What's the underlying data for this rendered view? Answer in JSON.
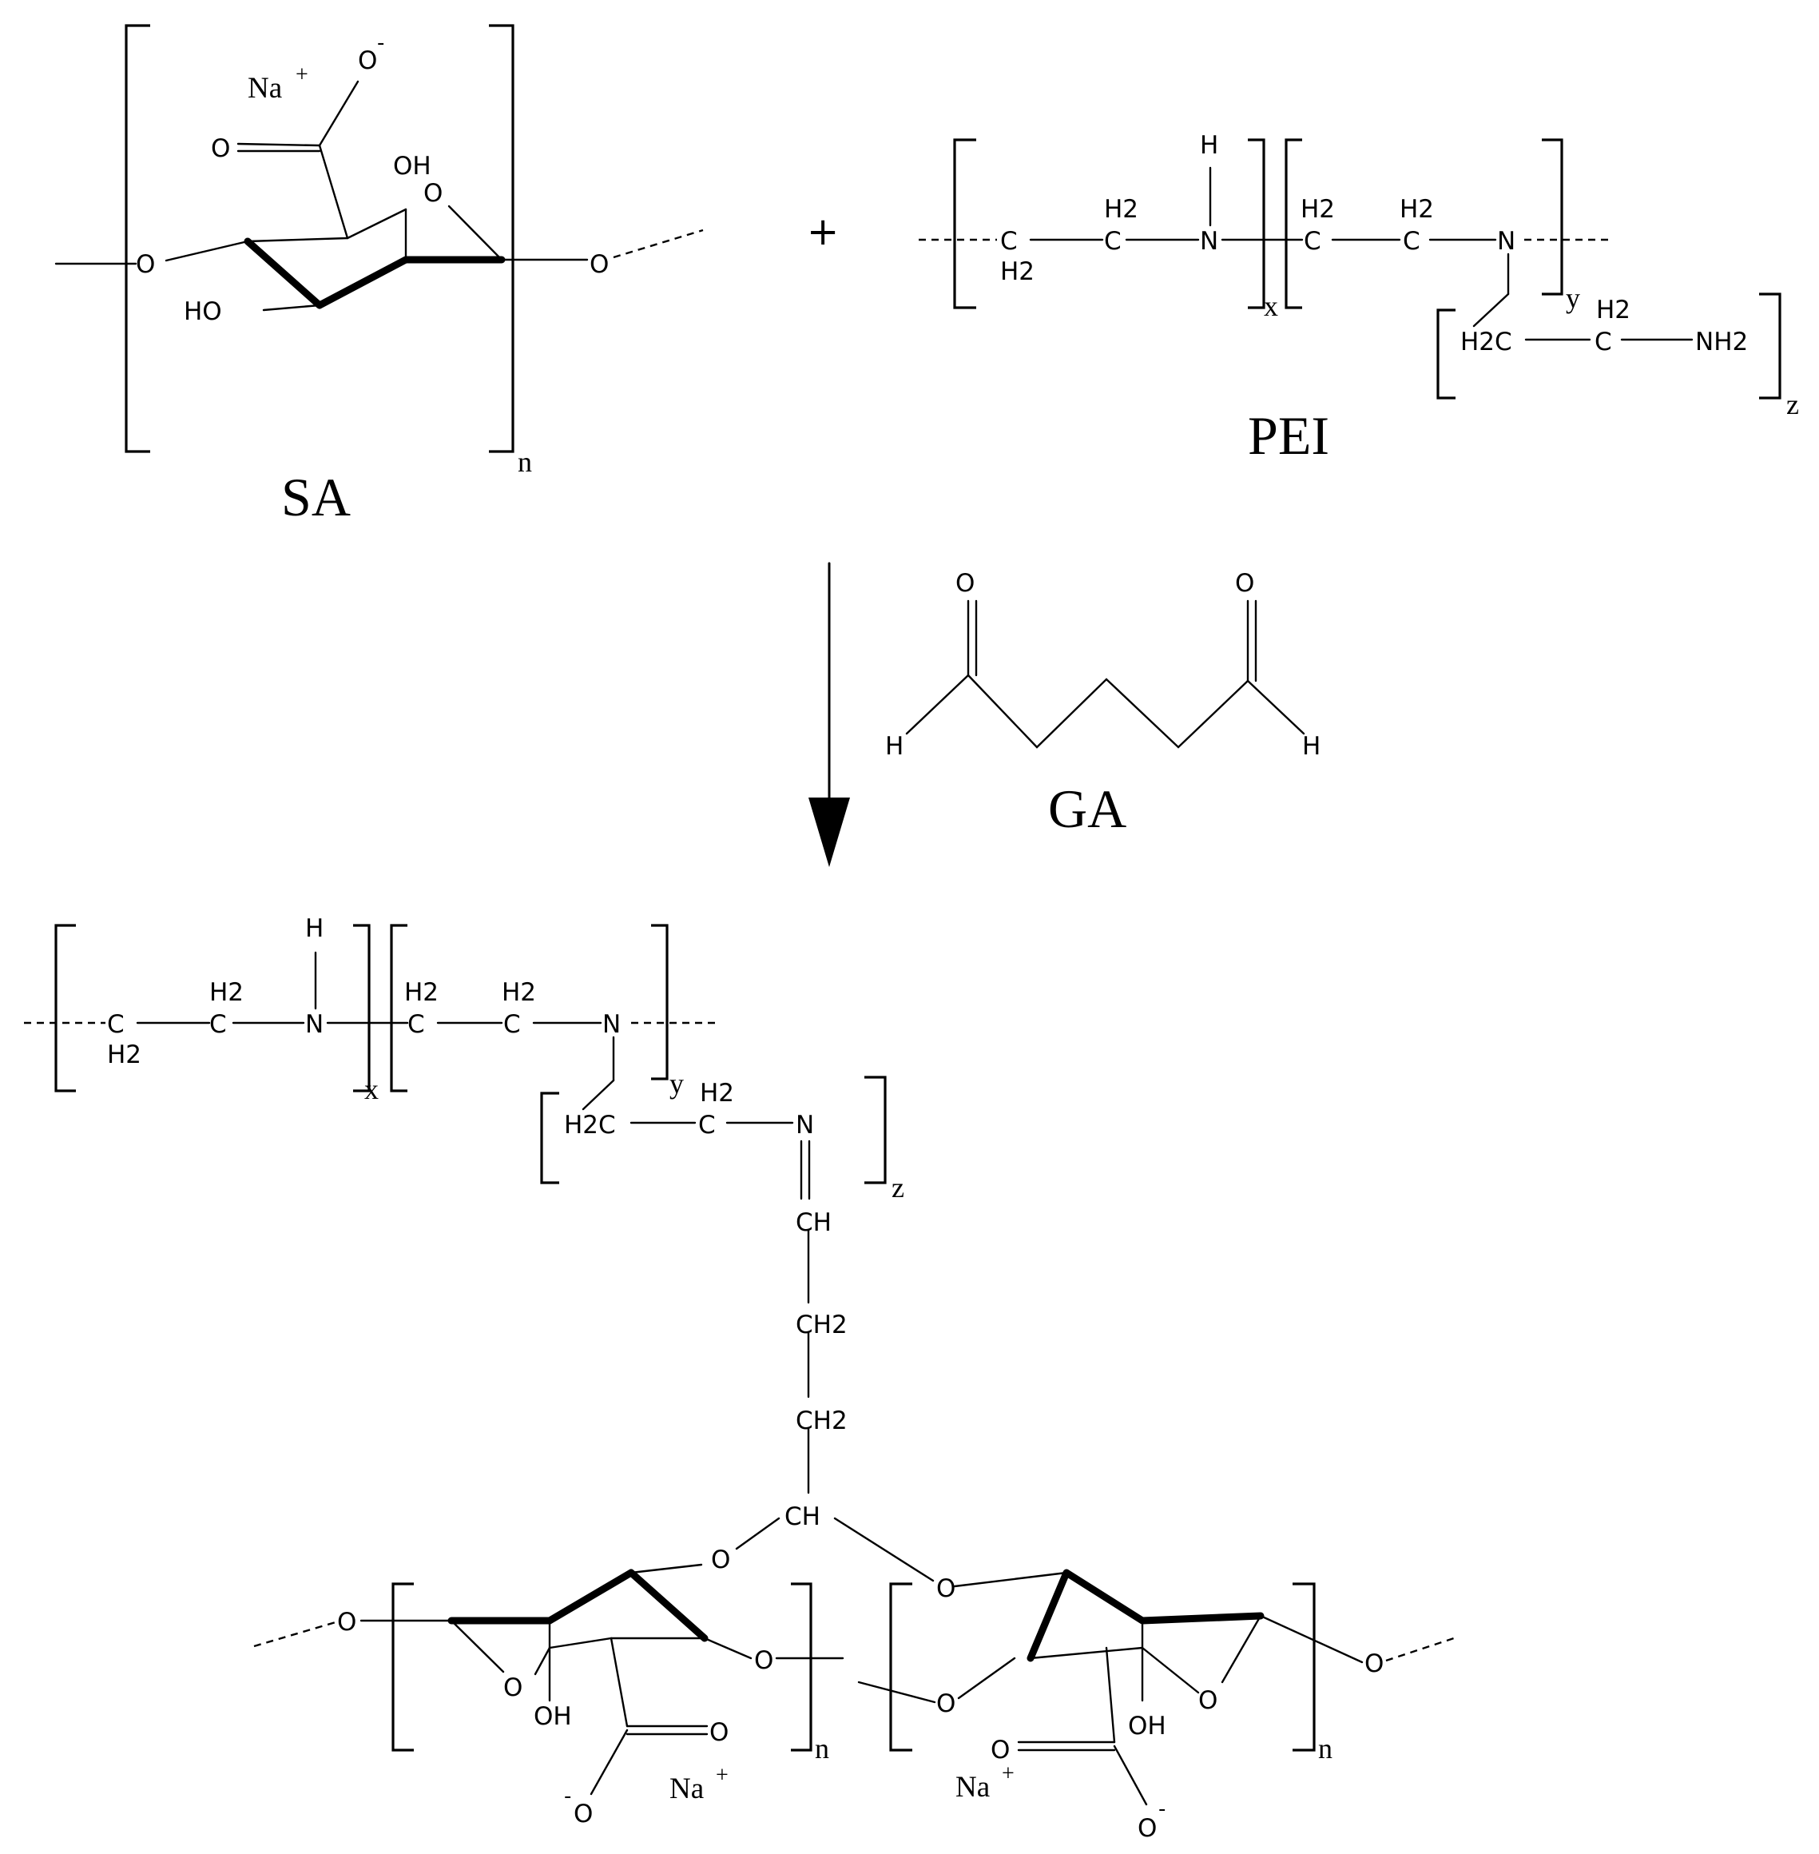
{
  "labels": {
    "sa": "SA",
    "pei": "PEI",
    "ga": "GA",
    "plus": "+",
    "n": "n",
    "x": "x",
    "y": "y",
    "z": "z"
  },
  "atoms": {
    "na": "Na",
    "plus_sup": "+",
    "minus_sup": "-",
    "o": "O",
    "oh": "OH",
    "ho": "HO",
    "h": "H",
    "c": "C",
    "n": "N",
    "h2": "H2",
    "h2c": "H2C",
    "nh2": "NH2",
    "ch": "CH",
    "ch2": "CH2"
  }
}
